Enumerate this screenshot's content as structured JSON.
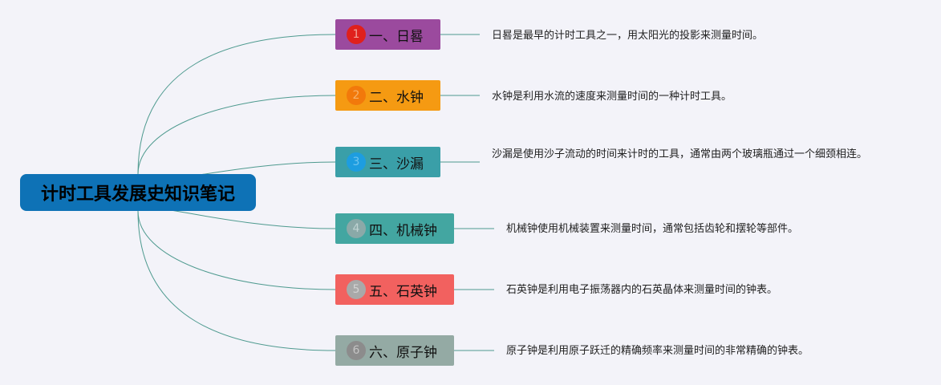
{
  "root": {
    "title": "计时工具发展史知识笔记",
    "color": "#0e72b6"
  },
  "branches": [
    {
      "num": "1",
      "label": "一、日晷",
      "desc": "日晷是最早的计时工具之一，用太阳光的投影来测量时间。",
      "color": "#9b4a9e",
      "badge_color": "#e0201c",
      "num_color": "#f2a29a"
    },
    {
      "num": "2",
      "label": "二、水钟",
      "desc": "水钟是利用水流的速度来测量时间的一种计时工具。",
      "color": "#f59a12",
      "badge_color": "#f2790b",
      "num_color": "#f7b26b"
    },
    {
      "num": "3",
      "label": "三、沙漏",
      "desc": "沙漏是使用沙子流动的时间来计时的工具，通常由两个玻璃瓶通过一个细颈相连。",
      "color": "#3a9fa8",
      "badge_color": "#1d9de0",
      "num_color": "#6fc4ee"
    },
    {
      "num": "4",
      "label": "四、机械钟",
      "desc": "机械钟使用机械装置来测量时间，通常包括齿轮和摆轮等部件。",
      "color": "#43a6a1",
      "badge_color": "#8aa9a8",
      "num_color": "#c0d3d2"
    },
    {
      "num": "5",
      "label": "五、石英钟",
      "desc": "石英钟是利用电子振荡器内的石英晶体来测量时间的钟表。",
      "color": "#f2615f",
      "badge_color": "#a9a9a9",
      "num_color": "#d2d2d2"
    },
    {
      "num": "6",
      "label": "六、原子钟",
      "desc": "原子钟是利用原子跃迁的精确频率来测量时间的非常精确的钟表。",
      "color": "#94aaa4",
      "badge_color": "#8c8c8c",
      "num_color": "#c4c4c4"
    }
  ],
  "colors": {
    "connector": "#4e9a8f",
    "background": "#f3f3f9"
  }
}
